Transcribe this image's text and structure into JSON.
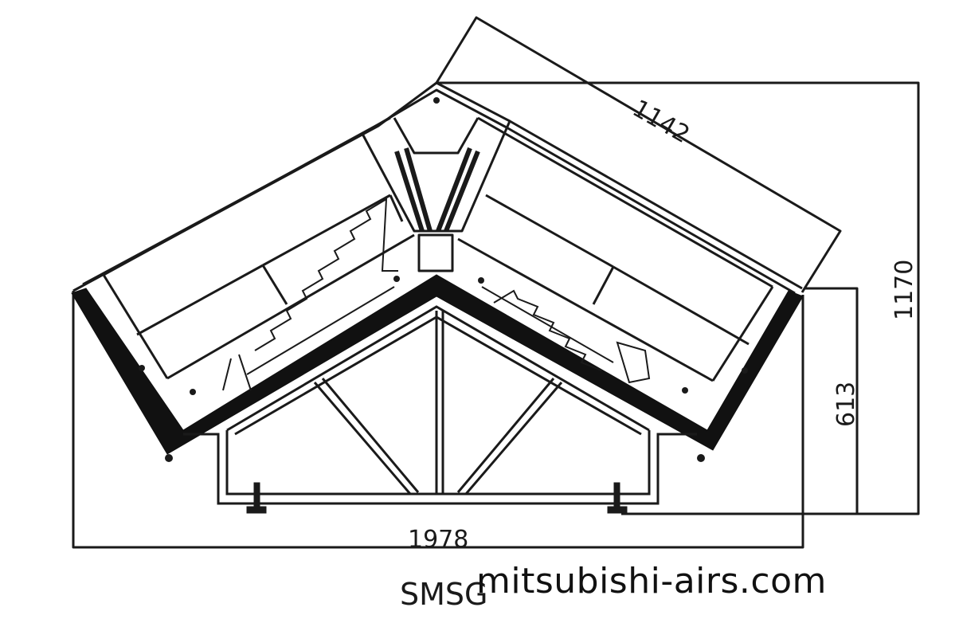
{
  "diagram": {
    "dimensions": {
      "diagonal_length": "1142",
      "total_width": "1978",
      "total_height": "1170",
      "front_height": "613"
    },
    "model": "SMSG",
    "watermark": "mitsubishi-airs.com",
    "colors": {
      "line": "#1a1a1a",
      "background": "#ffffff"
    }
  }
}
